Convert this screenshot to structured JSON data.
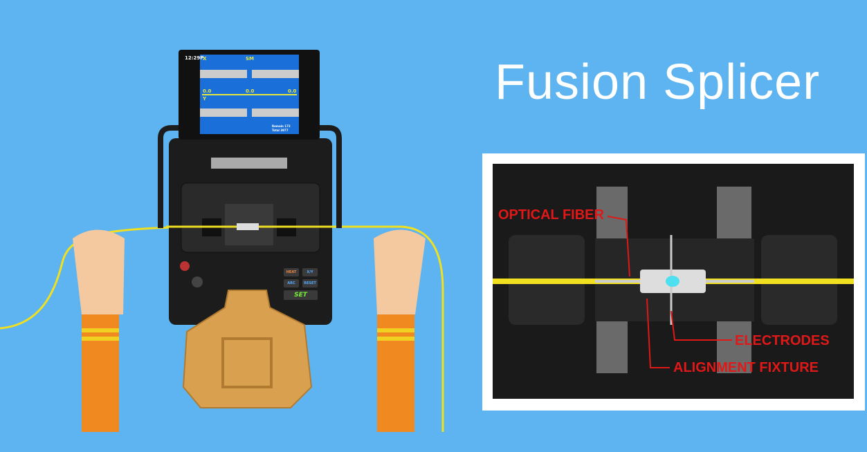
{
  "title": "Fusion Splicer",
  "screen": {
    "time": "12:29P",
    "x_label": "X",
    "mode": "SM",
    "y_label": "Y",
    "values": [
      "0.0",
      "0.0",
      "0.0"
    ],
    "remain_label": "Remain",
    "remain_value": "172",
    "total_label": "Total",
    "total_value": "3977"
  },
  "buttons": {
    "heat": "HEAT",
    "xy": "X/Y",
    "arc": "ARC",
    "reset": "RESET",
    "set": "SET"
  },
  "callouts": {
    "optical_fiber": "OPTICAL FIBER",
    "electrodes": "ELECTRODES",
    "alignment_fixture": "ALIGNMENT FIXTURE"
  },
  "colors": {
    "background": "#5db4f0",
    "fiber": "#f0e020",
    "label": "#e01818",
    "device": "#1c1c1c",
    "screen": "#1a6fd8"
  }
}
